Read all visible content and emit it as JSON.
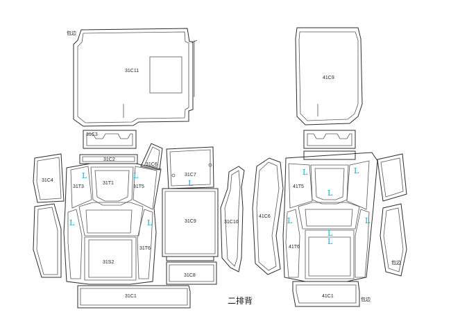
{
  "title": "二排背",
  "edge_note": "包边",
  "mark_letter": "L",
  "colors": {
    "line": "#2b2b2b",
    "mark": "#1ea7c9"
  },
  "left_parts": {
    "c11": "31C11",
    "c3": "31C3",
    "c2": "31C2",
    "c6": "31C6",
    "c7": "31C7",
    "c4": "31C4",
    "t3": "31T3",
    "t1": "31T1",
    "t5": "31T5",
    "c9": "31C9",
    "c10": "31C10",
    "t6": "31T6",
    "s2": "31S2",
    "c8": "31C8",
    "c1": "31C1"
  },
  "right_parts": {
    "c9": "41C9",
    "c6": "41C6",
    "t5": "41T5",
    "t6": "41T6",
    "c1": "41C1"
  }
}
